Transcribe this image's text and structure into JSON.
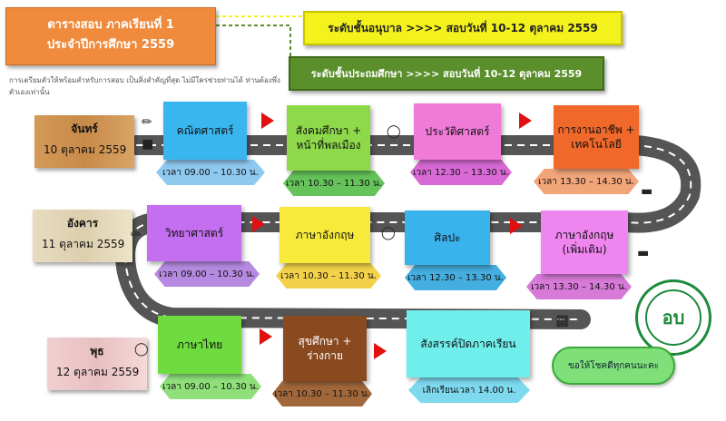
{
  "header": {
    "title_line1": "ตารางสอบ  ภาคเรียนที่ 1",
    "title_line2": "ประจำปีการศึกษา  2559",
    "note": "การเตรียมตัวให้พร้อมสำหรับการสอบ เป็นสิ่งสำคัญที่สุด  ไม่มีใครช่วยท่านได้  ท่านต้องพึ่งตัวเองเท่านั้น"
  },
  "banners": {
    "kindergarten": "ระดับชั้นอนุบาล >>>>  สอบวันที่  10-12  ตุลาคม  2559",
    "primary": "ระดับชั้นประถมศึกษา >>>>  สอบวันที่  10-12  ตุลาคม  2559"
  },
  "days": [
    {
      "name": "จันทร์",
      "date": "10   ตุลาคม   2559"
    },
    {
      "name": "อังคาร",
      "date": "11   ตุลาคม   2559"
    },
    {
      "name": "พุธ",
      "date": "12   ตุลาคม   2559"
    }
  ],
  "schedule": {
    "mon": [
      {
        "subject": "คณิตศาสตร์",
        "time": "เวลา 09.00 – 10.30 น."
      },
      {
        "subject": "สังคมศึกษา + หน้าที่พลเมือง",
        "time": "เวลา 10.30 – 11.30 น."
      },
      {
        "subject": "ประวัติศาสตร์",
        "time": "เวลา 12.30 – 13.30 น."
      },
      {
        "subject": "การงานอาชีพ + เทคโนโลยี",
        "time": "เวลา 13.30 – 14.30 น."
      }
    ],
    "tue": [
      {
        "subject": "วิทยาศาสตร์",
        "time": "เวลา 09.00 – 10.30 น."
      },
      {
        "subject": "ภาษาอังกฤษ",
        "time": "เวลา 10.30 – 11.30 น."
      },
      {
        "subject": "ศิลปะ",
        "time": "เวลา 12.30 – 13.30 น."
      },
      {
        "subject": "ภาษาอังกฤษ (เพิ่มเติม)",
        "time": "เวลา 13.30 – 14.30 น."
      }
    ],
    "wed": [
      {
        "subject": "ภาษาไทย",
        "time": "เวลา 09.00 – 10.30 น."
      },
      {
        "subject": "สุขศึกษา + ร่างกาย",
        "time": "เวลา 10.30 – 11.30 น."
      },
      {
        "subject": "สังสรรค์ปิดภาคเรียน",
        "time": "เลิกเรียนเวลา 14.00 น."
      }
    ]
  },
  "logo": {
    "mark": "อบ"
  },
  "bubble": "ขอให้โชคดีทุกคนนะคะ",
  "icons": {
    "reading": "reading-student-icon",
    "meal": "meal-plate-icon",
    "bed": "bed-icon",
    "car": "car-icon"
  },
  "colors": {
    "title_orange": "#f08a3c",
    "kinder_yellow": "#f3f21c",
    "primary_green": "#5a8f2b",
    "time_blue": "#8fc9f0",
    "accent_red": "#e01010"
  }
}
